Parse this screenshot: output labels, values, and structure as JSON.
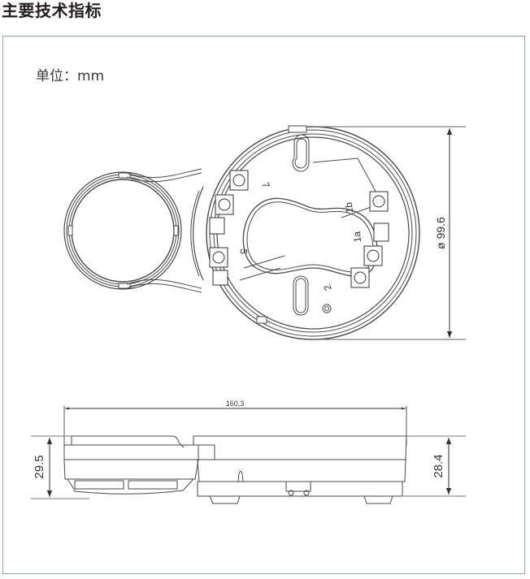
{
  "page": {
    "section_title": "主要技术指标",
    "unit_label": "单位：mm"
  },
  "drawing": {
    "top_view": {
      "diameter_label": "ø 99.6",
      "terminal_labels": [
        "7",
        "5",
        "1b",
        "1a",
        "2"
      ]
    },
    "side_view": {
      "overall_length_label": "160,3",
      "left_height_label": "29.5",
      "right_height_label": "28.4"
    },
    "colors": {
      "frame_border": "#8fa3b0",
      "line": "#4a4a4a",
      "text": "#231f20"
    }
  }
}
